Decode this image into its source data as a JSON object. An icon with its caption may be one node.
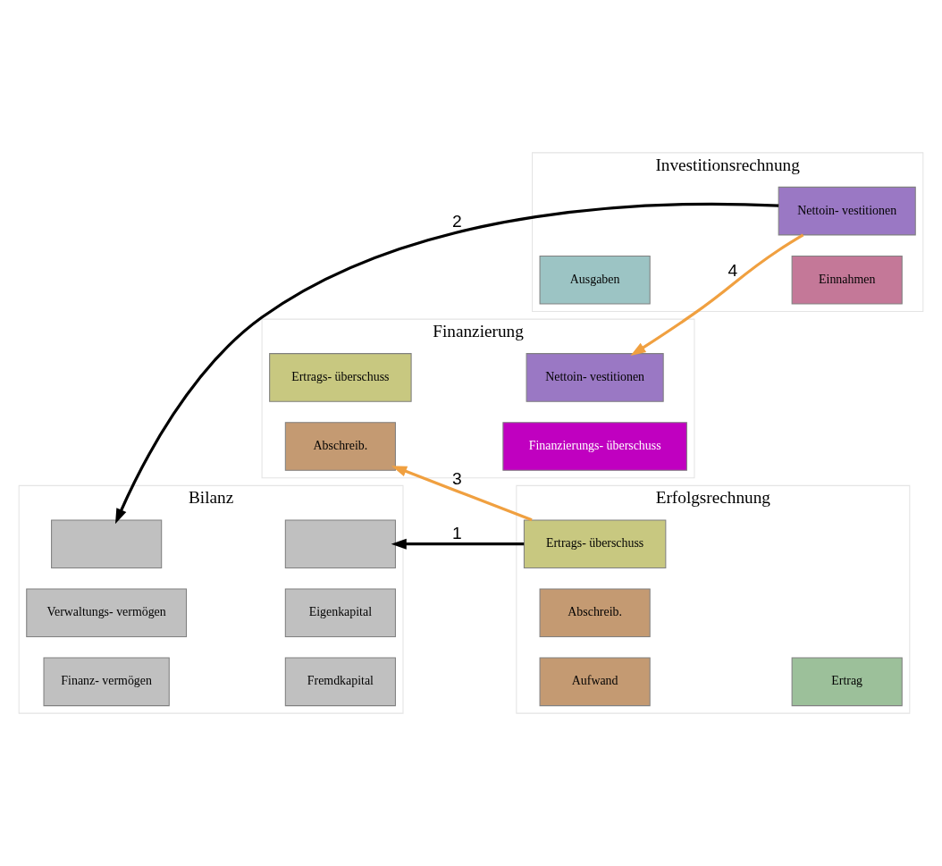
{
  "diagram": {
    "nodes": [
      {
        "text": [
          "Bilanz"
        ]
      },
      {
        "text": [
          "Finanz- vermögen"
        ],
        "in": 0
      },
      {
        "text": [
          "Verwaltungs- vermögen"
        ],
        "in": 0
      },
      {
        "text": [],
        "shape": "box",
        "in": 0
      },
      {
        "text": [
          "Fremdkapital"
        ],
        "in": 0
      },
      {
        "text": [
          "Eigenkapital"
        ],
        "in": 0
      },
      {
        "text": [],
        "shape": "box",
        "in": 0
      },
      {
        "text": [
          "Erfolgsrechnung"
        ]
      },
      {
        "text": [
          "Aufwand"
        ],
        "in": 7
      },
      {
        "text": [
          "Abschreib."
        ],
        "in": 7
      },
      {
        "text": [
          "Ertrags- überschuss"
        ],
        "in": 7
      },
      {
        "text": [
          "Ertrag"
        ],
        "in": 7
      },
      {
        "text": [
          "Investitionsrechnung"
        ]
      },
      {
        "text": [
          "Ausgaben"
        ],
        "in": 12
      },
      {
        "text": [
          "Einnahmen"
        ],
        "in": 12
      },
      {
        "text": [
          "Nettoin- vestitionen"
        ],
        "in": 12
      },
      {
        "text": [
          "Finanzierung"
        ]
      },
      {
        "text": [
          "Abschreib."
        ],
        "in": 16
      },
      {
        "text": [
          "Ertrags- überschuss"
        ],
        "in": 16
      },
      {
        "text": [
          "Finanzierungs- überschuss"
        ],
        "in": 16
      },
      {
        "text": [
          "Nettoin- vestitionen"
        ],
        "in": 16
      }
    ],
    "edges": [
      {
        "from": 10,
        "to": 6,
        "arrow": "to",
        "label": "1"
      },
      {
        "from": 15,
        "to": 3,
        "arrow": "to",
        "label": "2"
      },
      {
        "from": 10,
        "to": 17,
        "arrow": "to",
        "label": "3",
        "color": "#f0a040"
      },
      {
        "from": 15,
        "to": 20,
        "arrow": "to",
        "label": "4",
        "color": "#f0a040"
      }
    ]
  }
}
